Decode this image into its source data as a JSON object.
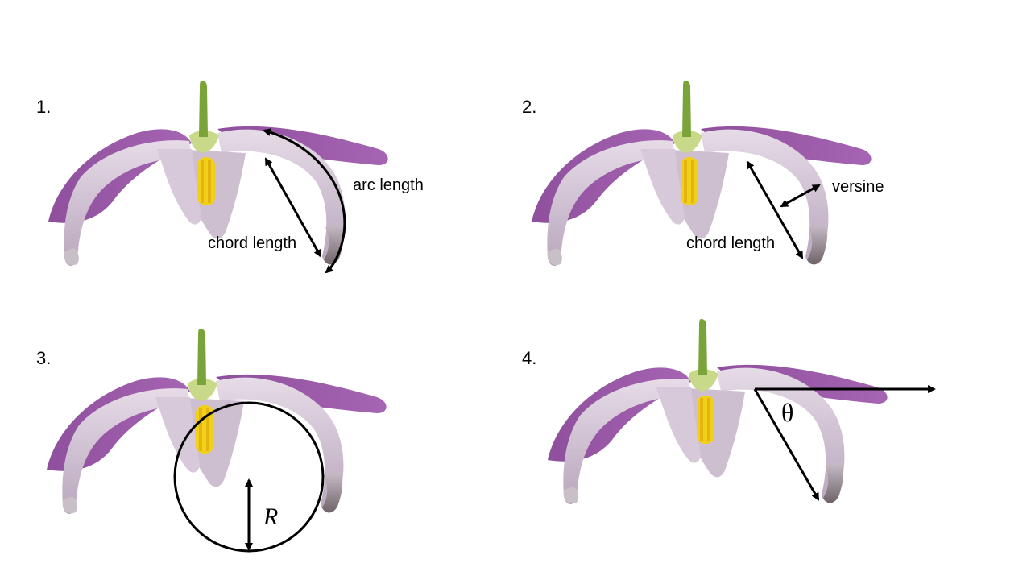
{
  "panels": [
    {
      "number": "1.",
      "labels": {
        "arc": "arc length",
        "chord": "chord length"
      }
    },
    {
      "number": "2.",
      "labels": {
        "versine": "versine",
        "chord": "chord length"
      }
    },
    {
      "number": "3.",
      "labels": {
        "radius": "R"
      }
    },
    {
      "number": "4.",
      "labels": {
        "angle": "θ"
      }
    }
  ],
  "colors": {
    "petal_purple": "#9b5aa8",
    "petal_pale": "#d9cbdc",
    "stamen_yellow": "#f2d01a",
    "stem_green": "#7aa33a"
  }
}
